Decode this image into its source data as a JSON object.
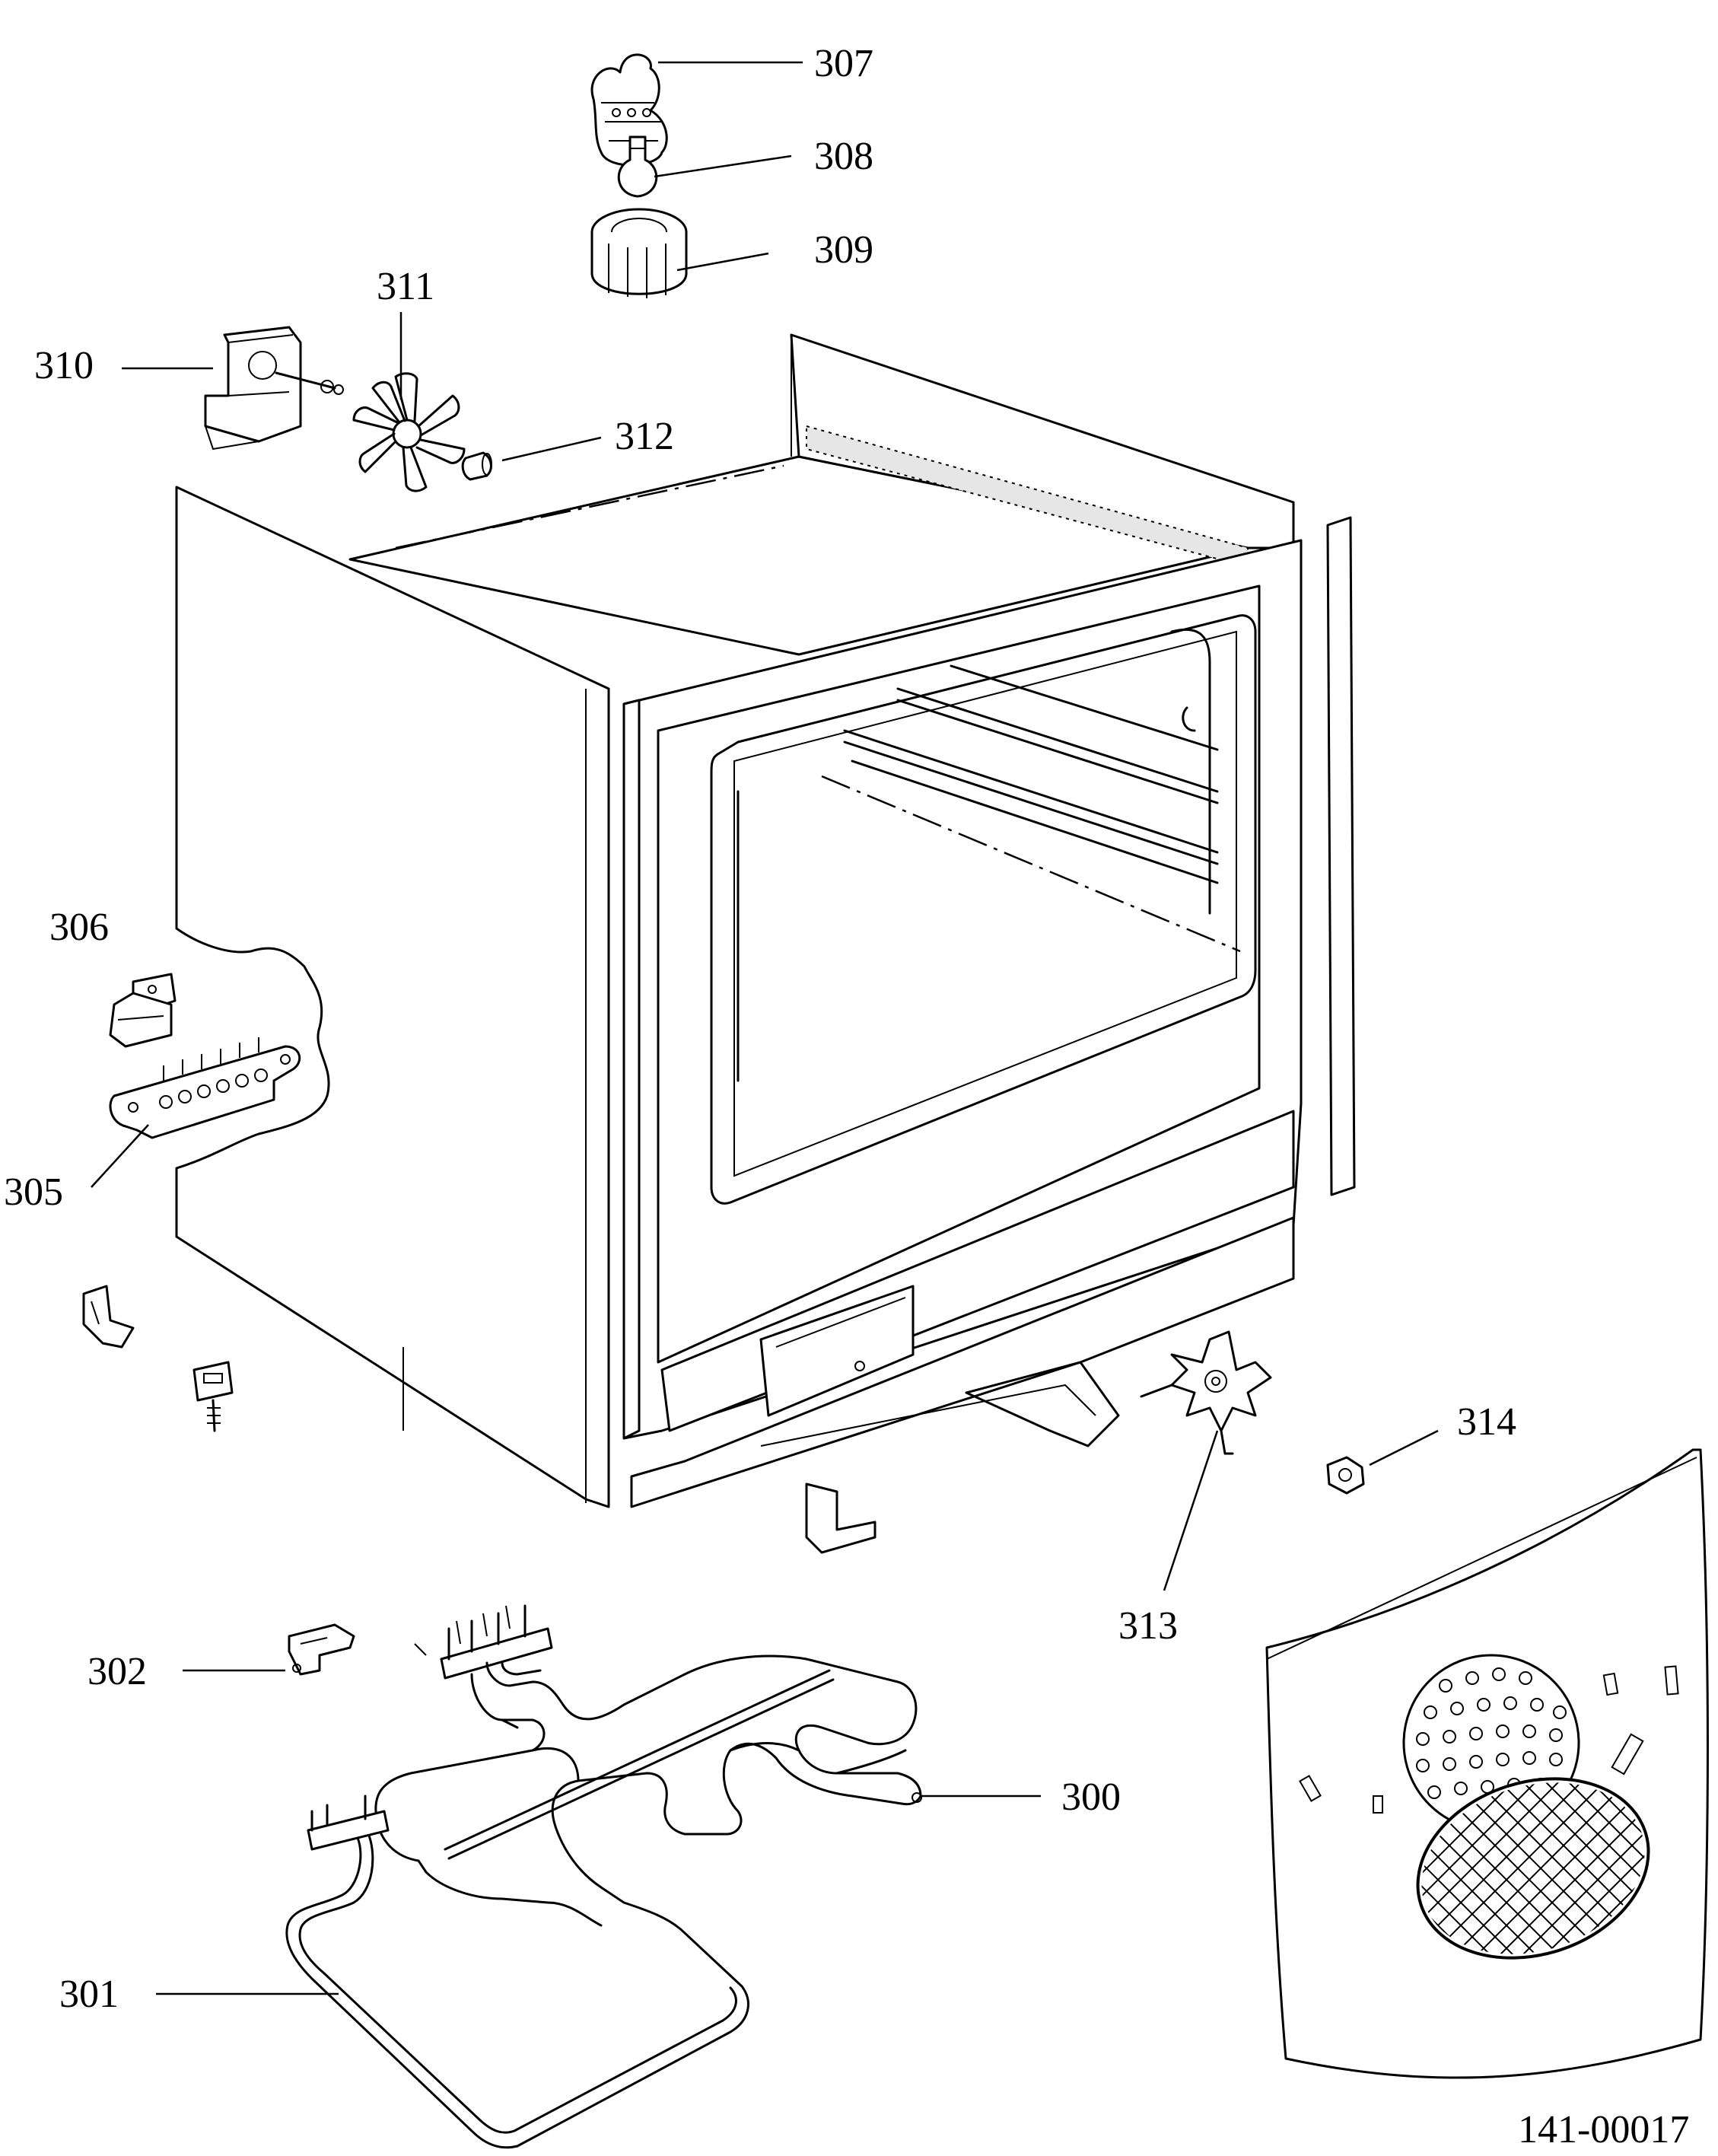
{
  "diagram": {
    "drawing_number": "141-00017",
    "callouts": [
      {
        "id": "300",
        "label": "300"
      },
      {
        "id": "301",
        "label": "301"
      },
      {
        "id": "302",
        "label": "302"
      },
      {
        "id": "305",
        "label": "305"
      },
      {
        "id": "306",
        "label": "306"
      },
      {
        "id": "307",
        "label": "307"
      },
      {
        "id": "308",
        "label": "308"
      },
      {
        "id": "309",
        "label": "309"
      },
      {
        "id": "310",
        "label": "310"
      },
      {
        "id": "311",
        "label": "311"
      },
      {
        "id": "312",
        "label": "312"
      },
      {
        "id": "313",
        "label": "313"
      },
      {
        "id": "314",
        "label": "314"
      }
    ]
  }
}
